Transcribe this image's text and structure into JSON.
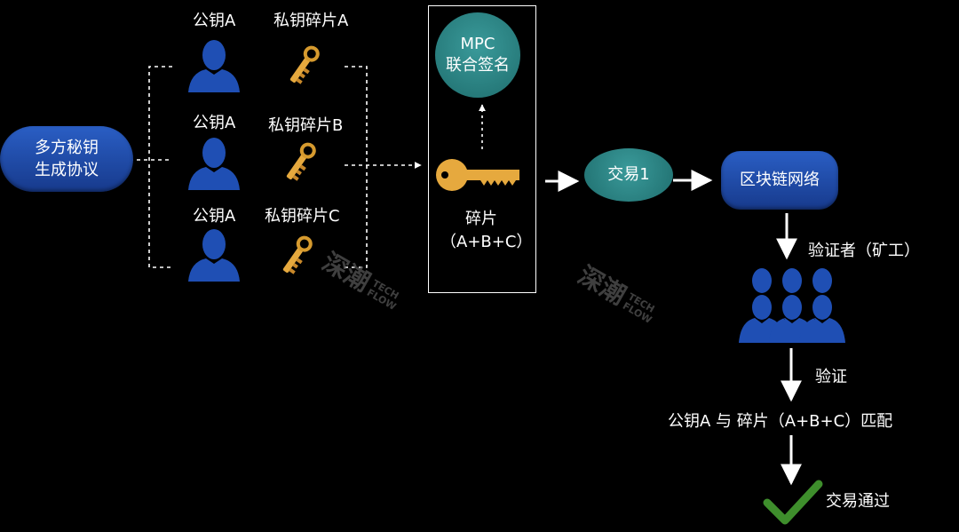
{
  "protocol": {
    "label_line1": "多方秘钥",
    "label_line2": "生成协议"
  },
  "rows": [
    {
      "pub_label": "公钥A",
      "priv_label": "私钥碎片A"
    },
    {
      "pub_label": "公钥A",
      "priv_label": "私钥碎片B"
    },
    {
      "pub_label": "公钥A",
      "priv_label": "私钥碎片C"
    }
  ],
  "mpc": {
    "line1": "MPC",
    "line2": "联合签名"
  },
  "shard": {
    "line1": "碎片",
    "line2": "（A+B+C）"
  },
  "tx": {
    "label": "交易1"
  },
  "network": {
    "label": "区块链网络"
  },
  "verifiers": {
    "label": "验证者（矿工）"
  },
  "verify": {
    "label": "验证"
  },
  "match": {
    "label": "公钥A 与 碎片（A+B+C）匹配"
  },
  "pass": {
    "label": "交易通过"
  },
  "watermark": {
    "cn": "深潮",
    "en1": "TECH",
    "en2": "FLOW"
  },
  "colors": {
    "user_blue": "#1f4fb4",
    "key_gold": "#e6a93e",
    "teal": "#2a8585",
    "check_green": "#3e8e2c"
  }
}
